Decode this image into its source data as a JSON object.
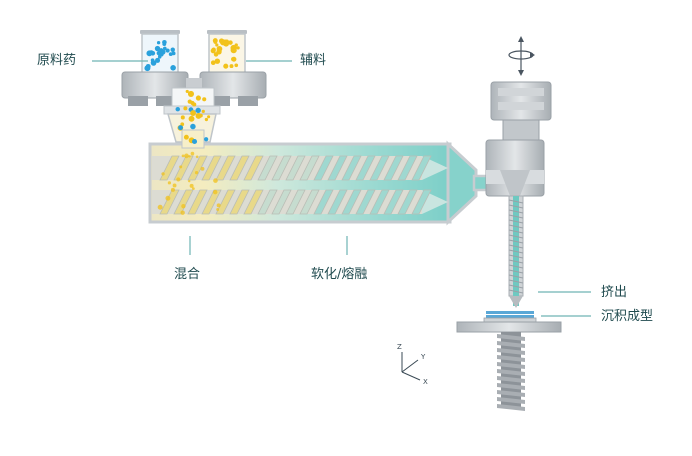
{
  "labels": {
    "raw_drug": "原料药",
    "excipient": "辅料",
    "mixing": "混合",
    "softening": "软化/熔融",
    "extrusion": "挤出",
    "deposition": "沉积成型"
  },
  "axes": {
    "z": "Z",
    "y": "Y",
    "x": "X"
  },
  "colors": {
    "drug_particles": "#2aa1dc",
    "excipient_particles": "#f2c21b",
    "melt_teal": "#7ccfc8",
    "machine_gray": "#c9cdd1",
    "label_text": "#1f4a4e",
    "leader_line": "#6fb5b3"
  },
  "icons": [
    "rotation-icon",
    "axis-triad-icon",
    "screw-icon",
    "hopper-icon",
    "nozzle-icon",
    "build-plate-icon"
  ]
}
